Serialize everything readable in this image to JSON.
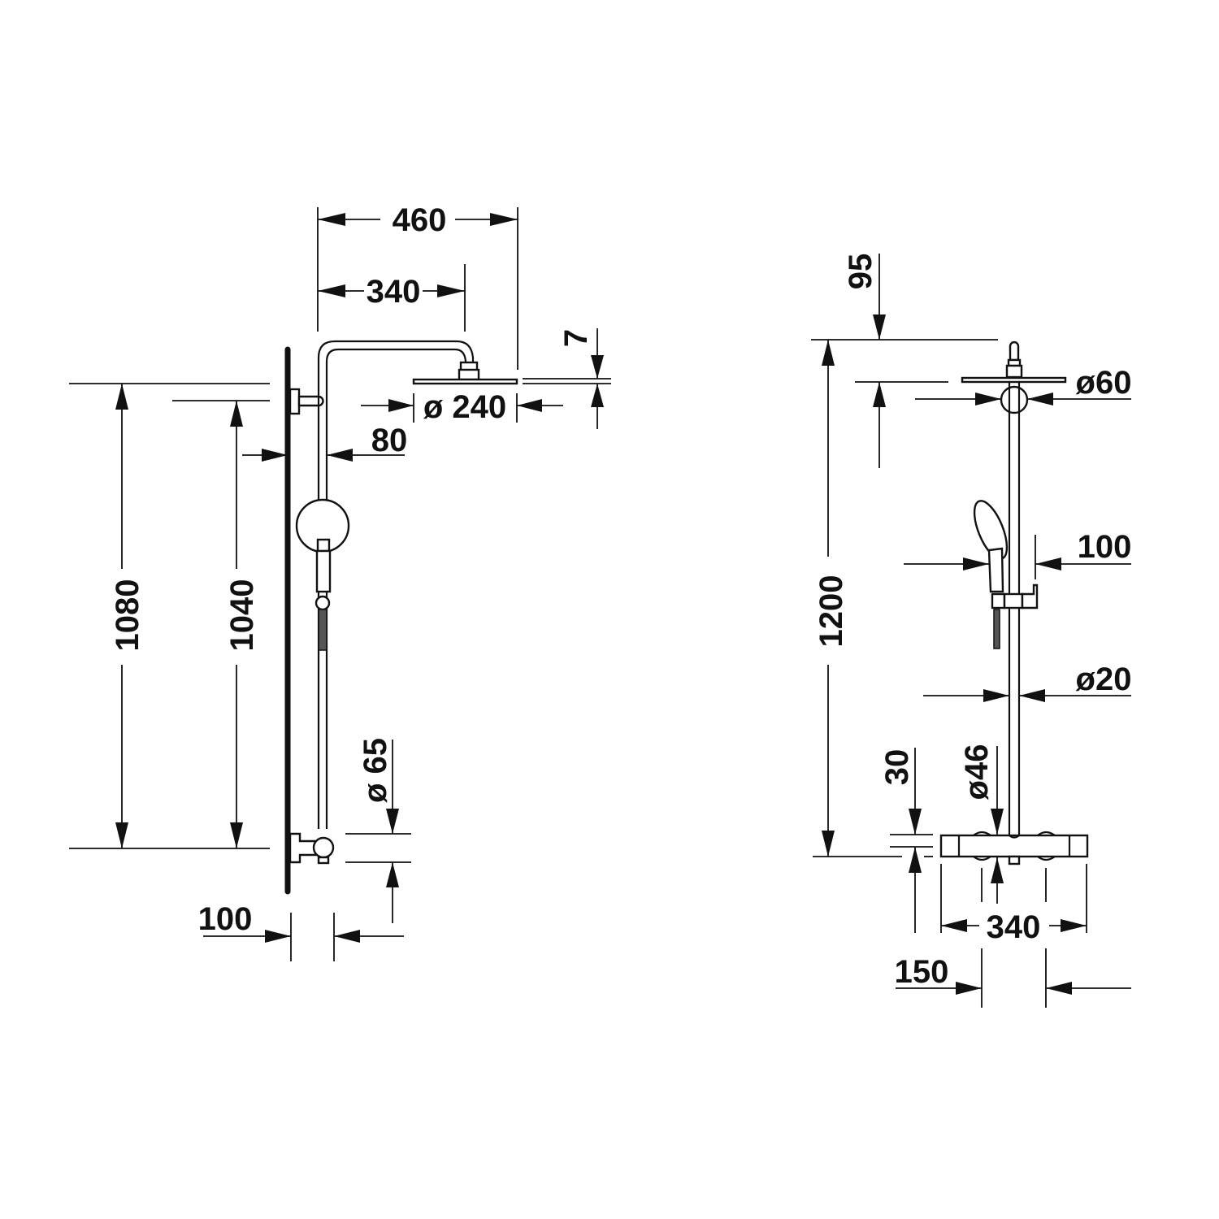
{
  "drawing": {
    "type": "technical dimension drawing",
    "subject": "shower system with overhead rain shower, hand shower and thermostatic mixer",
    "units": "mm",
    "colors": {
      "ink": "#111111",
      "background": "#ffffff"
    }
  },
  "side_view": {
    "name": "side-view",
    "dimensions": {
      "arm_total_projection": "460",
      "arm_to_head_center": "340",
      "head_diameter": "ø 240",
      "head_thickness": "7",
      "riser_offset_from_wall": "80",
      "height_top_bracket": "1080",
      "height_arm_bracket": "1040",
      "connection_diameter": "ø 65",
      "wall_to_riser": "100"
    }
  },
  "front_view": {
    "name": "front-view",
    "dimensions": {
      "head_above_arm": "95",
      "rosette_diameter": "ø60",
      "hand_shower_offset": "100",
      "rail_diameter": "ø20",
      "total_height": "1200",
      "mixer_height": "30",
      "mixer_knob_diameter": "ø46",
      "mixer_width": "340",
      "connection_spacing": "150"
    }
  }
}
